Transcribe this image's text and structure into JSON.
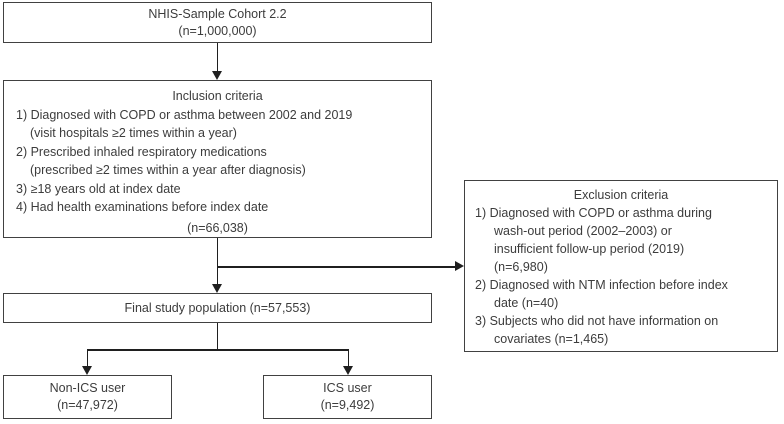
{
  "boxes": {
    "cohort": {
      "line1": "NHIS-Sample Cohort 2.2",
      "line2": "(n=1,000,000)"
    },
    "inclusion": {
      "title": "Inclusion criteria",
      "lines": [
        "1) Diagnosed with COPD or asthma between 2002 and 2019",
        "(visit hospitals ≥2 times within a year)",
        "2) Prescribed inhaled respiratory medications",
        "(prescribed ≥2 times within a year after diagnosis)",
        "3) ≥18 years old at index date",
        "4) Had health examinations before index date"
      ],
      "count": "(n=66,038)"
    },
    "exclusion": {
      "title": "Exclusion criteria",
      "lines": [
        "1) Diagnosed with COPD or asthma during",
        "wash-out period (2002–2003) or",
        "insufficient follow-up period (2019)",
        "(n=6,980)",
        "2) Diagnosed with NTM infection before index",
        "date (n=40)",
        "3) Subjects who did not have information on",
        "covariates (n=1,465)"
      ]
    },
    "final": {
      "label": "Final study population (n=57,553)"
    },
    "non_ics": {
      "line1": "Non-ICS user",
      "line2": "(n=47,972)"
    },
    "ics": {
      "line1": "ICS user",
      "line2": "(n=9,492)"
    }
  },
  "colors": {
    "border": "#414141",
    "text": "#3c3c3c",
    "line": "#1f1f1f",
    "background": "#ffffff"
  }
}
